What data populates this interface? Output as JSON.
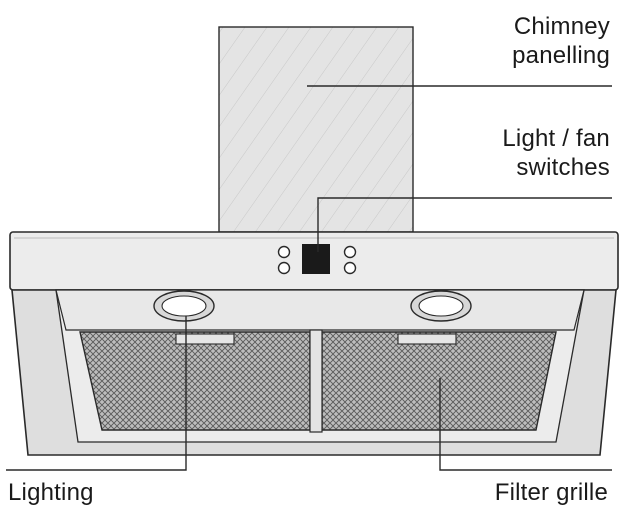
{
  "labels": {
    "chimney": {
      "line1": "Chimney",
      "line2": "panelling"
    },
    "switches": {
      "line1": "Light / fan",
      "line2": "switches"
    },
    "lighting": "Lighting",
    "filter": "Filter grille"
  },
  "colors": {
    "line": "#2a2a2a",
    "fill_light": "#e6e6e6",
    "fill_mid": "#d2d2d2",
    "display": "#1a1a1a"
  }
}
